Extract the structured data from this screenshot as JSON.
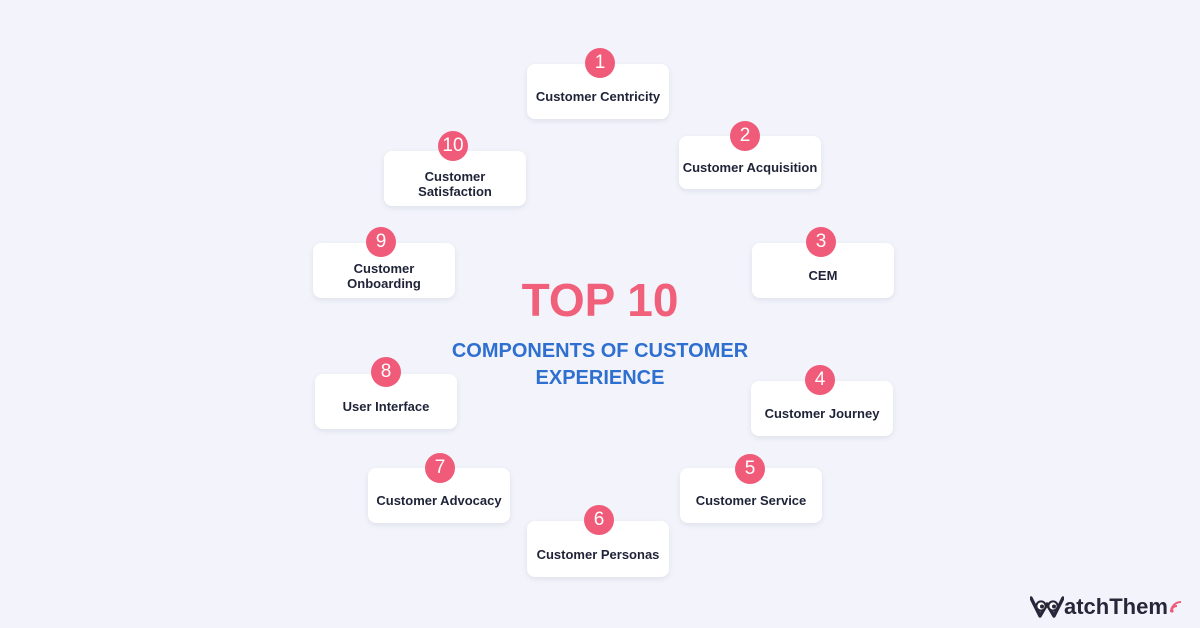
{
  "title": {
    "top": "TOP 10",
    "sub": "COMPONENTS OF CUSTOMER EXPERIENCE"
  },
  "components": [
    {
      "number": "1",
      "label": "Customer Centricity"
    },
    {
      "number": "2",
      "label": "Customer Acquisition"
    },
    {
      "number": "3",
      "label": "CEM"
    },
    {
      "number": "4",
      "label": "Customer Journey"
    },
    {
      "number": "5",
      "label": "Customer Service"
    },
    {
      "number": "6",
      "label": "Customer Personas"
    },
    {
      "number": "7",
      "label": "Customer Advocacy"
    },
    {
      "number": "8",
      "label": "User Interface"
    },
    {
      "number": "9",
      "label": "Customer\nOnboarding"
    },
    {
      "number": "10",
      "label": "Customer\nSatisfaction"
    }
  ],
  "logo": {
    "text": "atchThem"
  },
  "colors": {
    "accent_pink": "#ef5b78",
    "accent_blue": "#2f6fd0",
    "background": "#f3f4fb"
  }
}
